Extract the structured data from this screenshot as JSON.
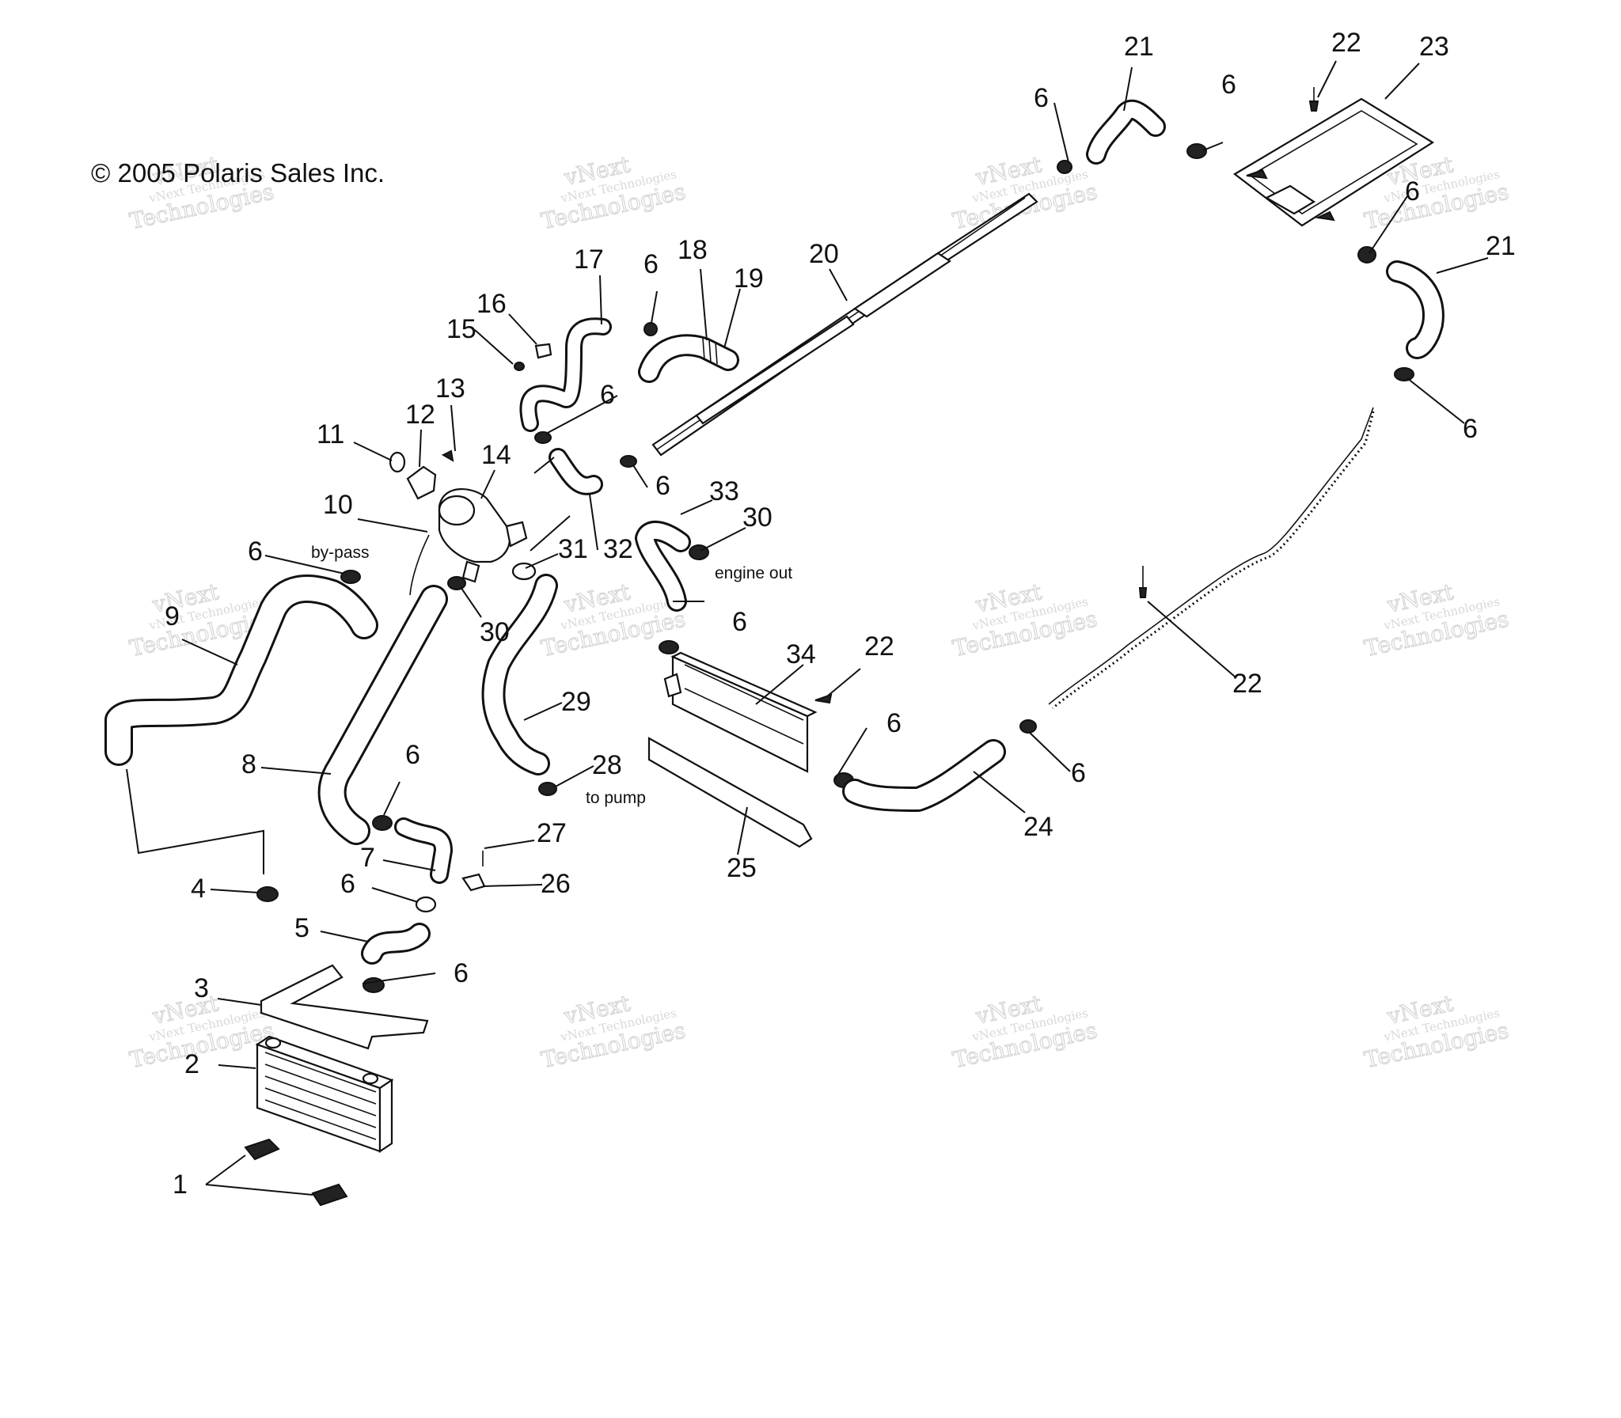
{
  "copyright": "© 2005 Polaris Sales Inc.",
  "watermark": {
    "line1": "vNext",
    "line2": "vNext Technologies",
    "line3": "Technologies"
  },
  "annotations": {
    "bypass": "by-pass",
    "engine_out": "engine out",
    "to_pump": "to pump"
  },
  "callouts": {
    "c1": "1",
    "c2": "2",
    "c3": "3",
    "c4": "4",
    "c5": "5",
    "c6": "6",
    "c7": "7",
    "c8": "8",
    "c9": "9",
    "c10": "10",
    "c11": "11",
    "c12": "12",
    "c13": "13",
    "c14": "14",
    "c15": "15",
    "c16": "16",
    "c17": "17",
    "c18": "18",
    "c19": "19",
    "c20": "20",
    "c21": "21",
    "c22": "22",
    "c23": "23",
    "c24": "24",
    "c25": "25",
    "c26": "26",
    "c27": "27",
    "c28": "28",
    "c29": "29",
    "c30": "30",
    "c31": "31",
    "c32": "32",
    "c33": "33",
    "c34": "34"
  }
}
